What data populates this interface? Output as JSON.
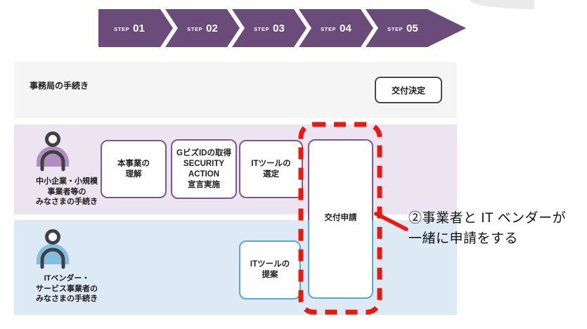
{
  "steps": [
    {
      "prefix": "STEP",
      "number": "01"
    },
    {
      "prefix": "STEP",
      "number": "02"
    },
    {
      "prefix": "STEP",
      "number": "03"
    },
    {
      "prefix": "STEP",
      "number": "04"
    },
    {
      "prefix": "STEP",
      "number": "05"
    }
  ],
  "office_row": {
    "label": "事務局の手続き",
    "decision_box_label": "交付決定"
  },
  "sme_row": {
    "label_lines": [
      "中小企業・小規模",
      "事業者等の",
      "みなさまの手続き"
    ],
    "boxes": {
      "understand": {
        "line1": "本事業の",
        "line2": "理解"
      },
      "gbizid": {
        "line1": "GビズIDの取得",
        "line2": "SECURITY",
        "line3": "ACTION",
        "line4": "宣言実施"
      },
      "select_tool": {
        "line1": "ITツールの",
        "line2": "選定"
      }
    }
  },
  "vendor_row": {
    "label_lines": [
      "ITベンダー・",
      "サービス事業者の",
      "みなさまの手続き"
    ],
    "boxes": {
      "propose_tool": {
        "line1": "ITツールの",
        "line2": "提案"
      }
    }
  },
  "shared_box": {
    "label": "交付申請"
  },
  "annotation": {
    "line1": "②事業者と IT ベンダーが",
    "line2": "一緒に申請をする"
  },
  "colors": {
    "chevron_purple": "#6b4b7a",
    "office_row_bg": "#f6f5f6",
    "sme_row_bg": "#ece4f0",
    "vendor_row_bg": "#ddeaf6",
    "purple_box_border": "#7b5a8b",
    "blue_box_border": "#54a8dc",
    "decision_box_border": "#4a4a4a",
    "red_highlight": "#e8190f",
    "icon_purple_fill": "#b18cbe",
    "icon_blue_fill": "#7fbfe4",
    "icon_outline": "#404040"
  }
}
